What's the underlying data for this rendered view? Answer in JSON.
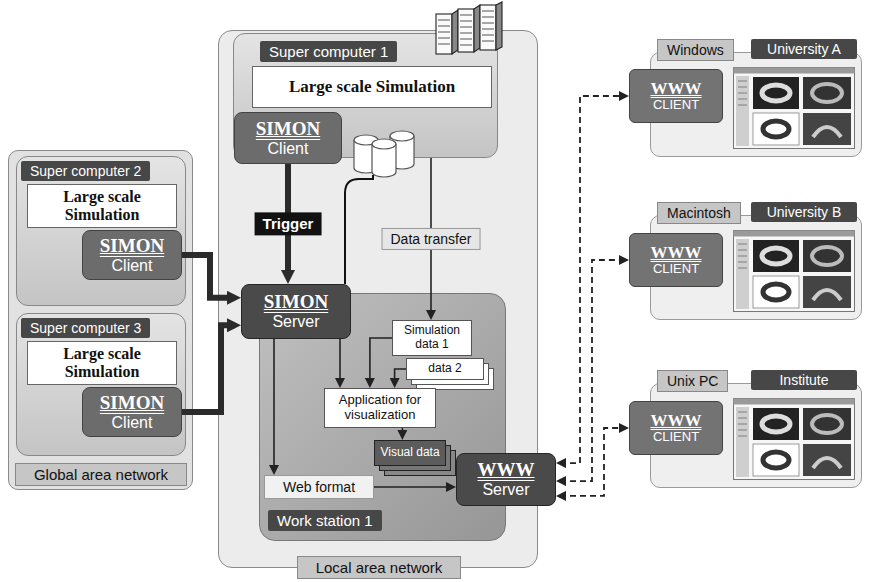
{
  "diagram": {
    "nodes": [
      {
        "text": [
          "Local area network"
        ]
      },
      {
        "text": [
          "Super computer 1"
        ],
        "in": 0
      },
      {
        "text": [
          "Large scale Simulation"
        ],
        "in": 1
      },
      {
        "text": [
          "SIMON",
          "Client"
        ],
        "in": 1
      },
      {
        "text": [
          "Global area network"
        ]
      },
      {
        "text": [
          "Super computer 2"
        ],
        "in": 4
      },
      {
        "text": [
          "Large scale Simulation"
        ],
        "in": 5
      },
      {
        "text": [
          "SIMON",
          "Client"
        ],
        "in": 5
      },
      {
        "text": [
          "Super computer 3"
        ],
        "in": 4
      },
      {
        "text": [
          "Large scale Simulation"
        ],
        "in": 8
      },
      {
        "text": [
          "SIMON",
          "Client"
        ],
        "in": 8
      },
      {
        "text": [
          "SIMON",
          "Server"
        ],
        "in": 0
      },
      {
        "text": [
          "Work station 1"
        ],
        "in": 0
      },
      {
        "text": [
          "Simulation data 1"
        ],
        "in": 12
      },
      {
        "text": [
          "data 2"
        ],
        "in": 12
      },
      {
        "text": [
          "Application for visualization"
        ],
        "in": 12
      },
      {
        "text": [
          "Visual data"
        ],
        "in": 12
      },
      {
        "text": [
          "Web format"
        ],
        "in": 12
      },
      {
        "text": [
          "WWW",
          "Server"
        ],
        "in": 0
      },
      {
        "text": [
          "Windows",
          "University A"
        ]
      },
      {
        "text": [
          "WWW",
          "CLIENT"
        ],
        "in": 19
      },
      {
        "text": [
          "Macintosh",
          "University B"
        ]
      },
      {
        "text": [
          "WWW",
          "CLIENT"
        ],
        "in": 21
      },
      {
        "text": [
          "Unix PC",
          "Institute"
        ]
      },
      {
        "text": [
          "WWW",
          "CLIENT"
        ],
        "in": 23
      }
    ],
    "edges": [
      {
        "from": 3,
        "to": 11,
        "arrow": "to",
        "label": "Trigger"
      },
      {
        "from": 7,
        "to": 11,
        "arrow": "to"
      },
      {
        "from": 10,
        "to": 11,
        "arrow": "to"
      },
      {
        "from": 1,
        "to": 13,
        "arrow": "to",
        "label": "Data transfer"
      },
      {
        "from": 11,
        "to": 15,
        "arrow": "to"
      },
      {
        "from": 13,
        "to": 15,
        "arrow": "to"
      },
      {
        "from": 14,
        "to": 15,
        "arrow": "to"
      },
      {
        "from": 15,
        "to": 16,
        "arrow": "to"
      },
      {
        "from": 11,
        "to": 17,
        "arrow": "to"
      },
      {
        "from": 17,
        "to": 18,
        "arrow": "to"
      },
      {
        "from": 18,
        "to": 20,
        "arrow": "both"
      },
      {
        "from": 18,
        "to": 22,
        "arrow": "both"
      },
      {
        "from": 18,
        "to": 24,
        "arrow": "both"
      }
    ]
  }
}
